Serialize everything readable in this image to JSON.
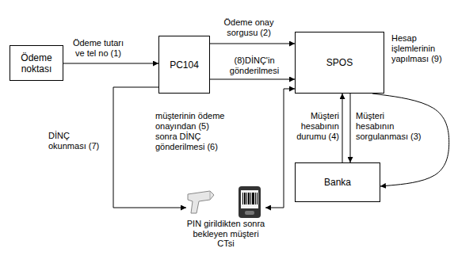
{
  "diagram": {
    "nodes": [
      {
        "text": [
          "Ödeme noktası"
        ]
      },
      {
        "text": [
          "PC104"
        ]
      },
      {
        "text": [
          "SPOS"
        ]
      },
      {
        "text": [
          "Banka"
        ]
      },
      {
        "text": [
          "PIN girildikten sonra bekleyen müşteri CTsi"
        ]
      }
    ],
    "edges": [
      {
        "from": 0,
        "to": 1,
        "label": "Ödeme tutarı ve tel no (1)",
        "arrow": "to"
      },
      {
        "from": 1,
        "to": 2,
        "label": "Ödeme onay sorgusu (2)",
        "arrow": "to"
      },
      {
        "from": 2,
        "to": 3,
        "label": "Müşteri hesabının sorgulanması (3)",
        "arrow": "to"
      },
      {
        "from": 3,
        "to": 2,
        "label": "Müşteri hesabının durumu (4)",
        "arrow": "to"
      },
      {
        "from": 2,
        "to": 4,
        "label": "müşterinin ödeme onayından (5) sonra DİNÇ gönderilmesi (6)",
        "arrow": "both"
      },
      {
        "from": 1,
        "to": 4,
        "label": "DİNÇ okunması (7)",
        "arrow": "to"
      },
      {
        "from": 1,
        "to": 2,
        "label": "(8)DİNÇ'in gönderilmesi",
        "arrow": "to"
      },
      {
        "from": 2,
        "to": 3,
        "label": "Hesap işlemlerinin yapılması (9)",
        "arrow": "to"
      }
    ]
  }
}
